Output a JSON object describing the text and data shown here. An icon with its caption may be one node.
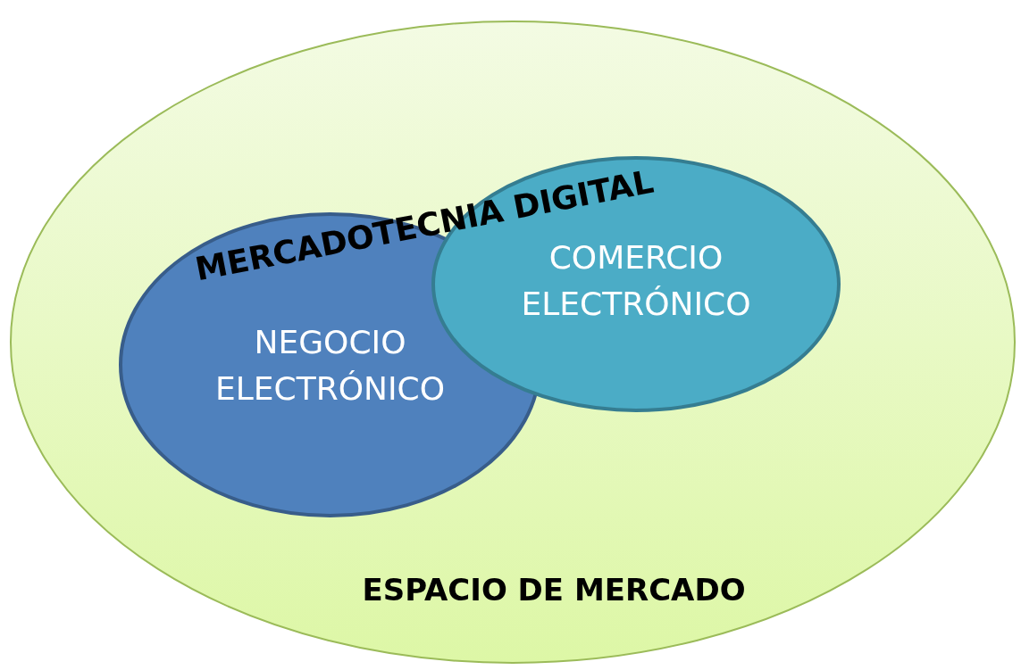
{
  "diagram": {
    "nodes": [
      {
        "text": [
          "ESPACIO DE MERCADO"
        ]
      },
      {
        "text": [
          "NEGOCIO ELECTRÓNICO"
        ],
        "in": 0
      },
      {
        "text": [
          "COMERCIO ELECTRÓNICO"
        ],
        "in": 0
      }
    ],
    "labels": [
      "MERCADOTECNIA DIGITAL"
    ]
  }
}
